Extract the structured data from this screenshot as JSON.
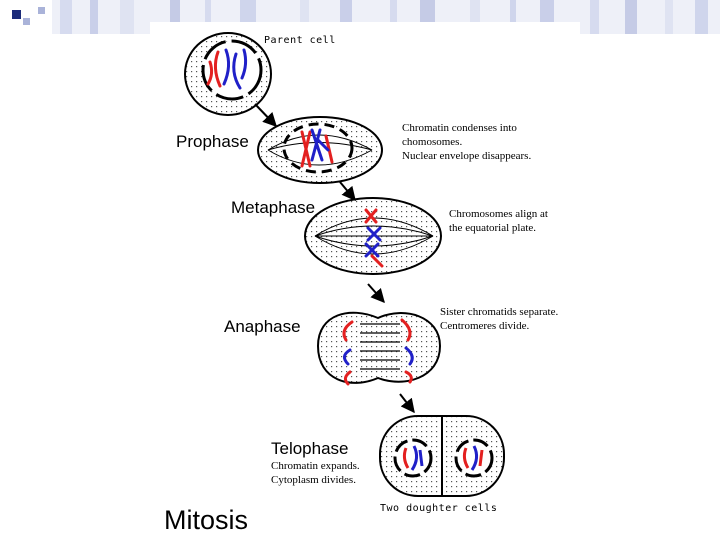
{
  "parent_label": "Parent cell",
  "phases": {
    "prophase": {
      "name": "Prophase",
      "notes": [
        "Chromatin condenses into",
        "chomosomes.",
        "Nuclear envelope disappears."
      ]
    },
    "metaphase": {
      "name": "Metaphase",
      "notes": [
        "Chromosomes align at",
        "the equatorial plate."
      ]
    },
    "anaphase": {
      "name": "Anaphase",
      "notes": [
        "Sister chromatids separate.",
        "Centromeres divide."
      ]
    },
    "telophase": {
      "name": "Telophase",
      "notes": [
        "Chromatin expands.",
        "Cytoplasm divides."
      ]
    }
  },
  "daughter_label": "Two doughter cells",
  "title": "Mitosis",
  "colors": {
    "chromosome_red": "#e32020",
    "chromosome_blue": "#2020c8",
    "outline": "#000000",
    "corner_navy": "#1c2b7a",
    "corner_light": "#aab3d9"
  }
}
